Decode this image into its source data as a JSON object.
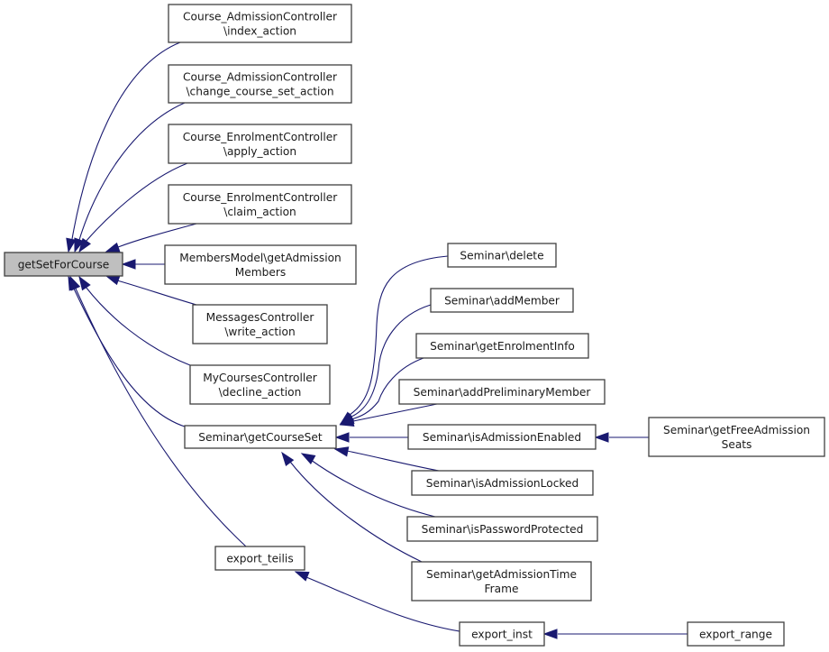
{
  "diagram": {
    "type": "caller-graph",
    "colors": {
      "edge": "#191970",
      "root_fill": "#bfbfbf",
      "node_fill": "#ffffff",
      "node_border": "#404040"
    },
    "nodes": [
      {
        "id": "getSetForCourse",
        "lines": [
          "getSetForCourse"
        ],
        "root": true
      },
      {
        "id": "ac_index",
        "lines": [
          "Course_AdmissionController",
          "\\index_action"
        ]
      },
      {
        "id": "ac_change",
        "lines": [
          "Course_AdmissionController",
          "\\change_course_set_action"
        ]
      },
      {
        "id": "ec_apply",
        "lines": [
          "Course_EnrolmentController",
          "\\apply_action"
        ]
      },
      {
        "id": "ec_claim",
        "lines": [
          "Course_EnrolmentController",
          "\\claim_action"
        ]
      },
      {
        "id": "mm_getAdm",
        "lines": [
          "MembersModel\\getAdmission",
          "Members"
        ]
      },
      {
        "id": "msg_write",
        "lines": [
          "MessagesController",
          "\\write_action"
        ]
      },
      {
        "id": "myc_decline",
        "lines": [
          "MyCoursesController",
          "\\decline_action"
        ]
      },
      {
        "id": "sem_getCourseSet",
        "lines": [
          "Seminar\\getCourseSet"
        ]
      },
      {
        "id": "export_teilis",
        "lines": [
          "export_teilis"
        ]
      },
      {
        "id": "sem_delete",
        "lines": [
          "Seminar\\delete"
        ]
      },
      {
        "id": "sem_addMember",
        "lines": [
          "Seminar\\addMember"
        ]
      },
      {
        "id": "sem_getEnrol",
        "lines": [
          "Seminar\\getEnrolmentInfo"
        ]
      },
      {
        "id": "sem_addPrelim",
        "lines": [
          "Seminar\\addPreliminaryMember"
        ]
      },
      {
        "id": "sem_isAdmEnabled",
        "lines": [
          "Seminar\\isAdmissionEnabled"
        ]
      },
      {
        "id": "sem_isAdmLocked",
        "lines": [
          "Seminar\\isAdmissionLocked"
        ]
      },
      {
        "id": "sem_isPwd",
        "lines": [
          "Seminar\\isPasswordProtected"
        ]
      },
      {
        "id": "sem_getAdmTime",
        "lines": [
          "Seminar\\getAdmissionTime",
          "Frame"
        ]
      },
      {
        "id": "sem_getFreeSeats",
        "lines": [
          "Seminar\\getFreeAdmission",
          "Seats"
        ]
      },
      {
        "id": "export_inst",
        "lines": [
          "export_inst"
        ]
      },
      {
        "id": "export_range",
        "lines": [
          "export_range"
        ]
      }
    ],
    "edges": [
      {
        "from": "ac_index",
        "to": "getSetForCourse"
      },
      {
        "from": "ac_change",
        "to": "getSetForCourse"
      },
      {
        "from": "ec_apply",
        "to": "getSetForCourse"
      },
      {
        "from": "ec_claim",
        "to": "getSetForCourse"
      },
      {
        "from": "mm_getAdm",
        "to": "getSetForCourse"
      },
      {
        "from": "msg_write",
        "to": "getSetForCourse"
      },
      {
        "from": "myc_decline",
        "to": "getSetForCourse"
      },
      {
        "from": "sem_getCourseSet",
        "to": "getSetForCourse"
      },
      {
        "from": "export_teilis",
        "to": "getSetForCourse"
      },
      {
        "from": "sem_delete",
        "to": "sem_getCourseSet"
      },
      {
        "from": "sem_addMember",
        "to": "sem_getCourseSet"
      },
      {
        "from": "sem_getEnrol",
        "to": "sem_getCourseSet"
      },
      {
        "from": "sem_addPrelim",
        "to": "sem_getCourseSet"
      },
      {
        "from": "sem_isAdmEnabled",
        "to": "sem_getCourseSet"
      },
      {
        "from": "sem_isAdmLocked",
        "to": "sem_getCourseSet"
      },
      {
        "from": "sem_isPwd",
        "to": "sem_getCourseSet"
      },
      {
        "from": "sem_getAdmTime",
        "to": "sem_getCourseSet"
      },
      {
        "from": "sem_getFreeSeats",
        "to": "sem_isAdmEnabled"
      },
      {
        "from": "export_inst",
        "to": "export_teilis"
      },
      {
        "from": "export_range",
        "to": "export_inst"
      }
    ]
  }
}
